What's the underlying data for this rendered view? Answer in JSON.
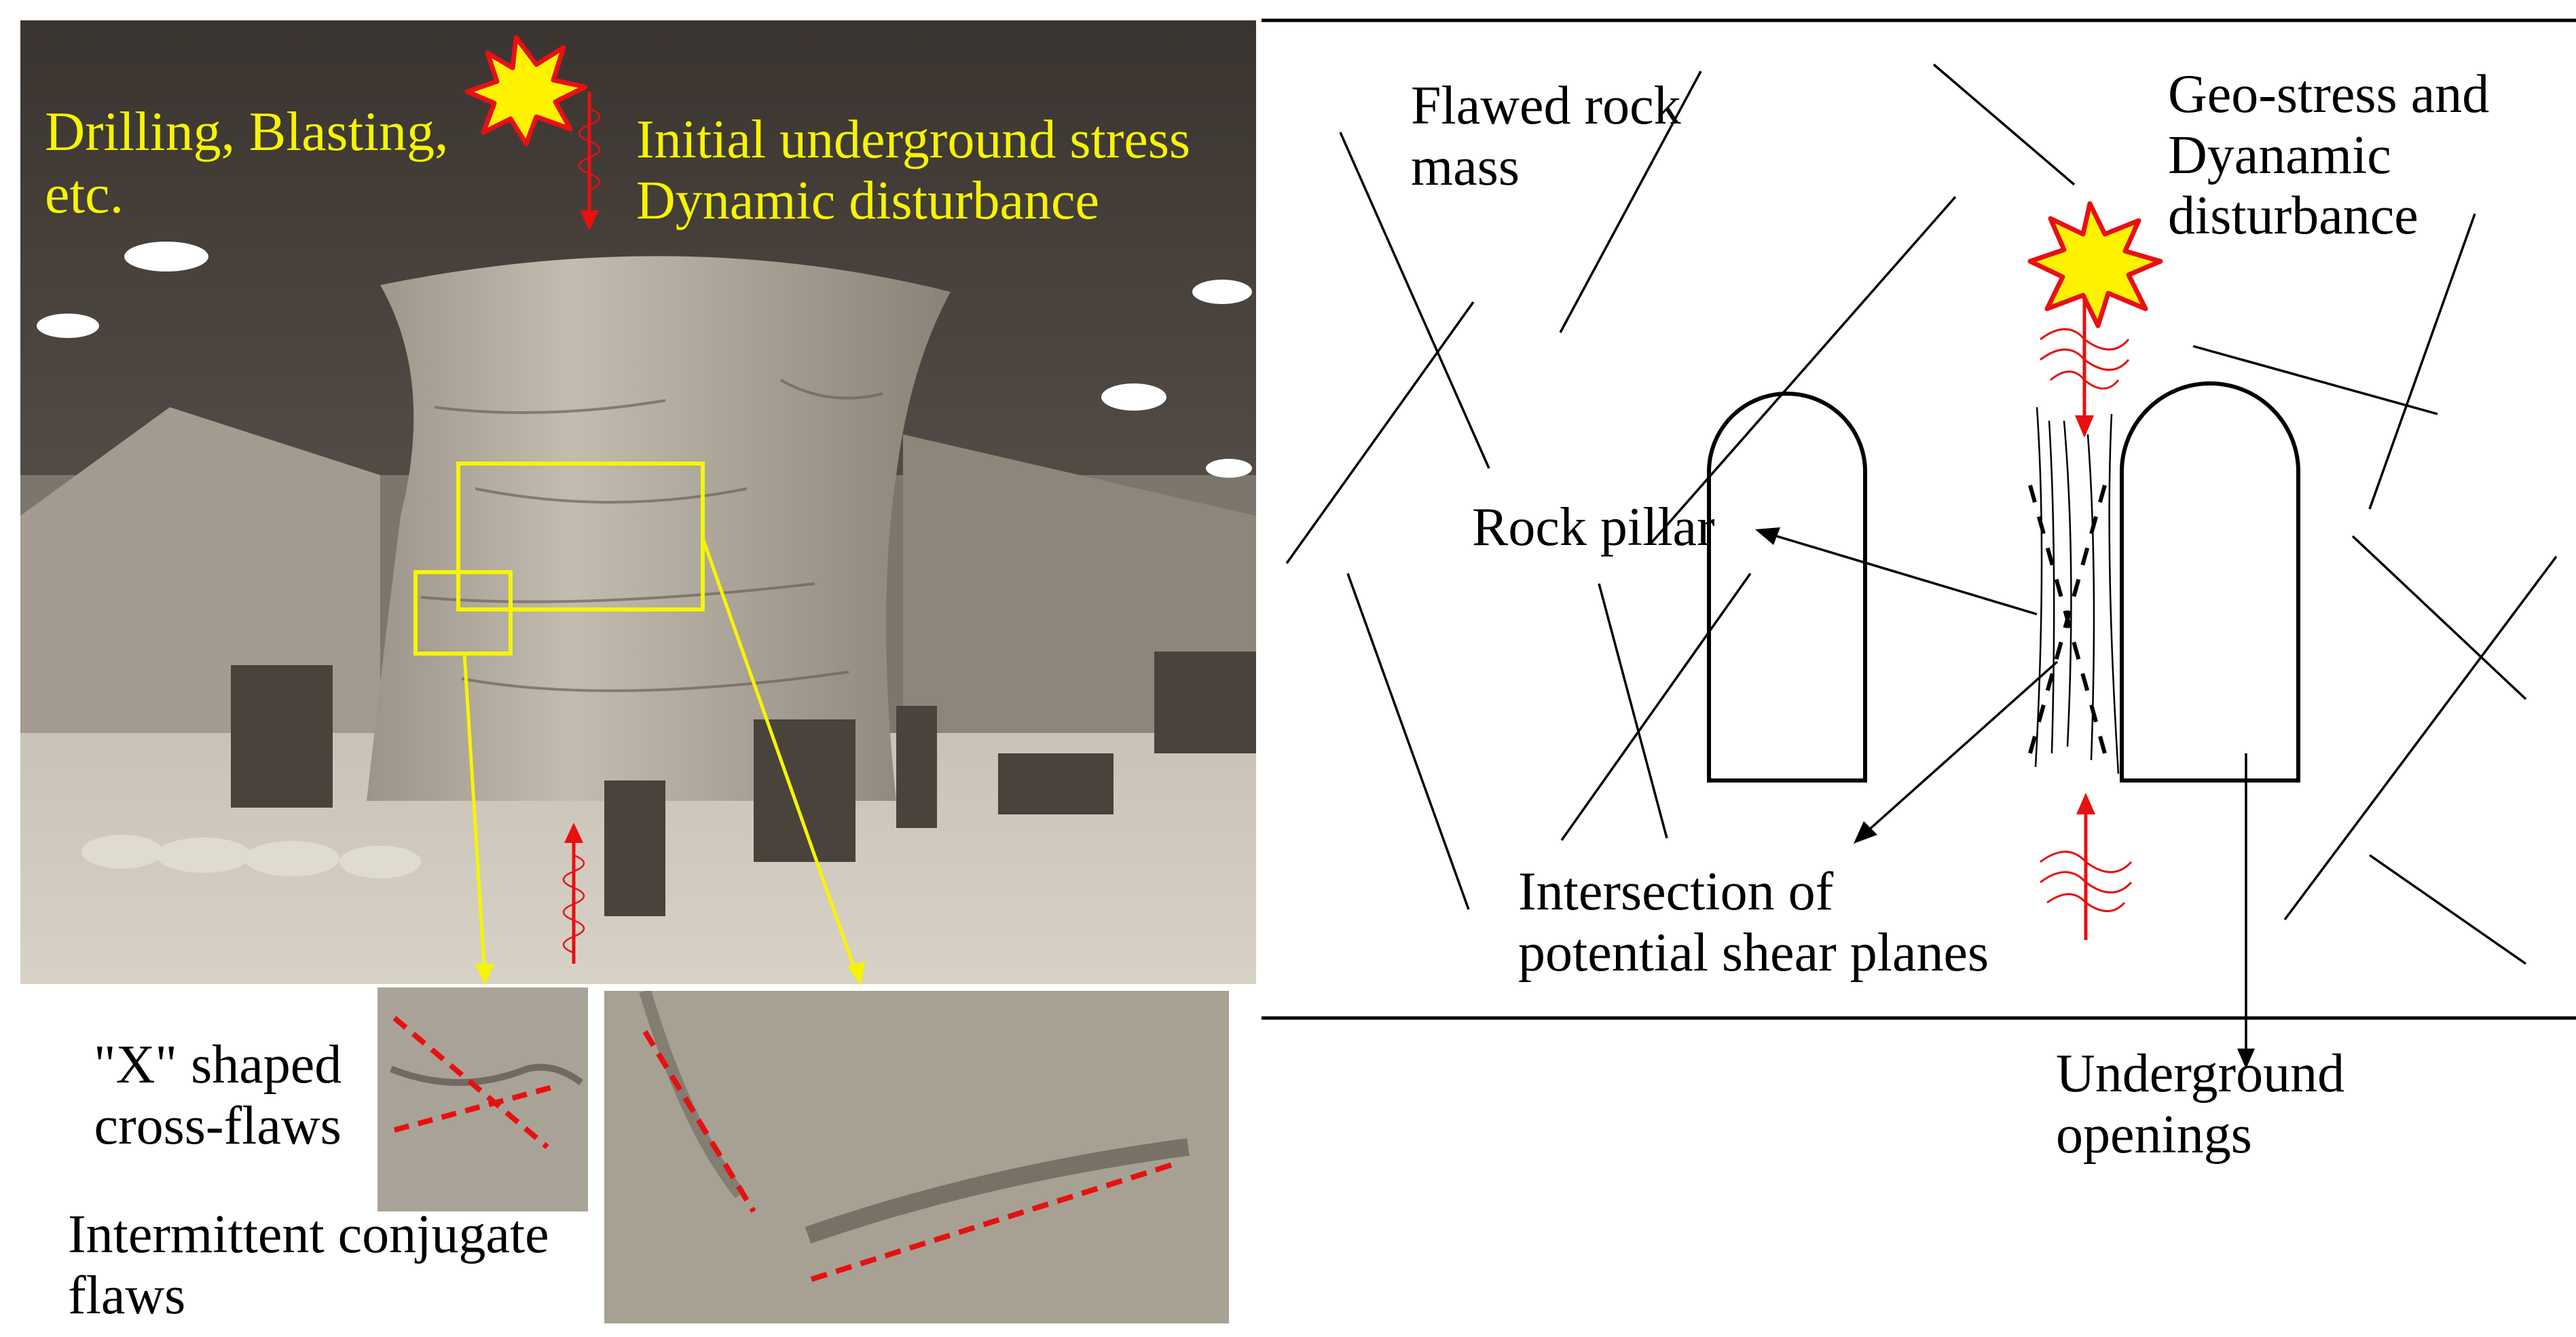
{
  "photo": {
    "label_drilling": "Drilling, Blasting,\netc.",
    "label_stress": "Initial underground stress\nDynamic disturbance",
    "label_x_shaped": "\"X\" shaped\ncross-flaws",
    "label_intermittent": "Intermittent conjugate\nflaws"
  },
  "schematic": {
    "label_flawed_rock": "Flawed rock\nmass",
    "label_geostress": "Geo-stress and\nDyanamic\ndisturbance",
    "label_rock_pillar": "Rock pillar",
    "label_intersection": "Intersection of\npotential shear planes",
    "label_openings": "Underground\nopenings"
  },
  "colors": {
    "highlight_yellow": "#f5f500",
    "flaw_red": "#e81010",
    "line_black": "#000000"
  },
  "icons": [
    "explosion-icon",
    "seismic-wave-icon",
    "arrow-icon"
  ]
}
